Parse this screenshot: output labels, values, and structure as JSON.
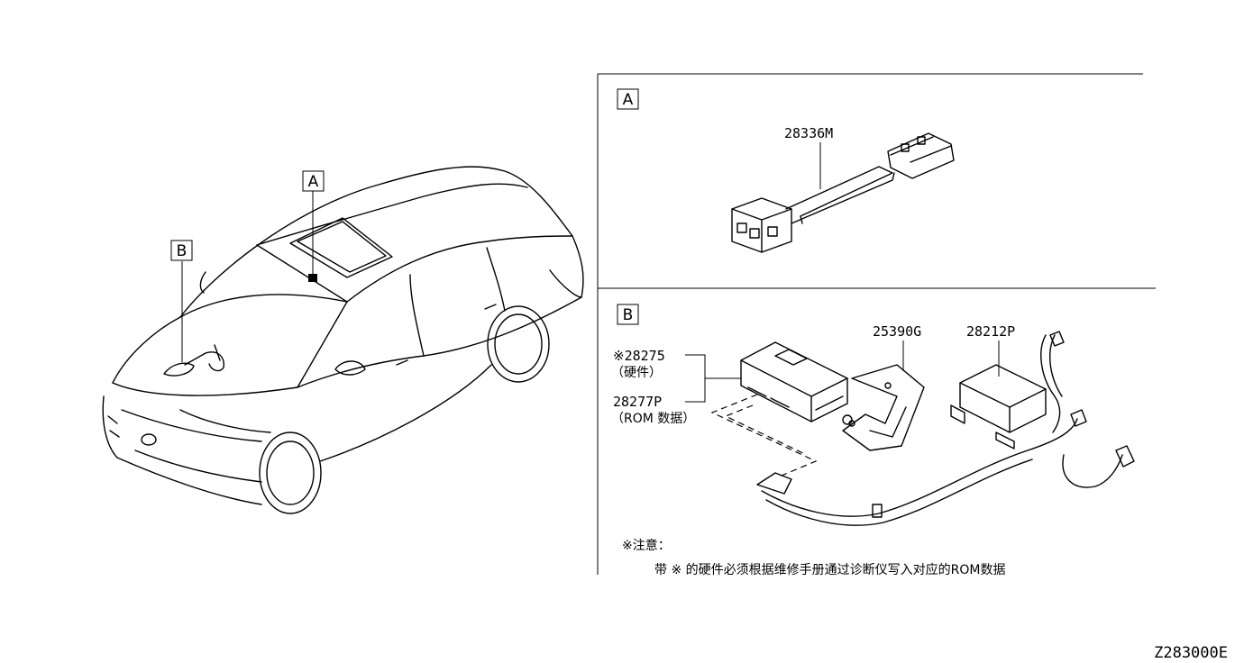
{
  "car_callouts": {
    "a": "A",
    "b": "B"
  },
  "panel_a": {
    "tag": "A",
    "parts": {
      "harness": "28336M"
    }
  },
  "panel_b": {
    "tag": "B",
    "parts": {
      "hardware_num": "※28275",
      "hardware_note": "（硬件）",
      "rom_num": "28277P",
      "rom_note": "（ROM 数据）",
      "bracket": "25390G",
      "module": "28212P"
    },
    "note_title": "※注意：",
    "note_text": "带 ※ 的硬件必须根据维修手册通过诊断仪写入对应的ROM数据"
  },
  "figure_code": "Z283000E"
}
